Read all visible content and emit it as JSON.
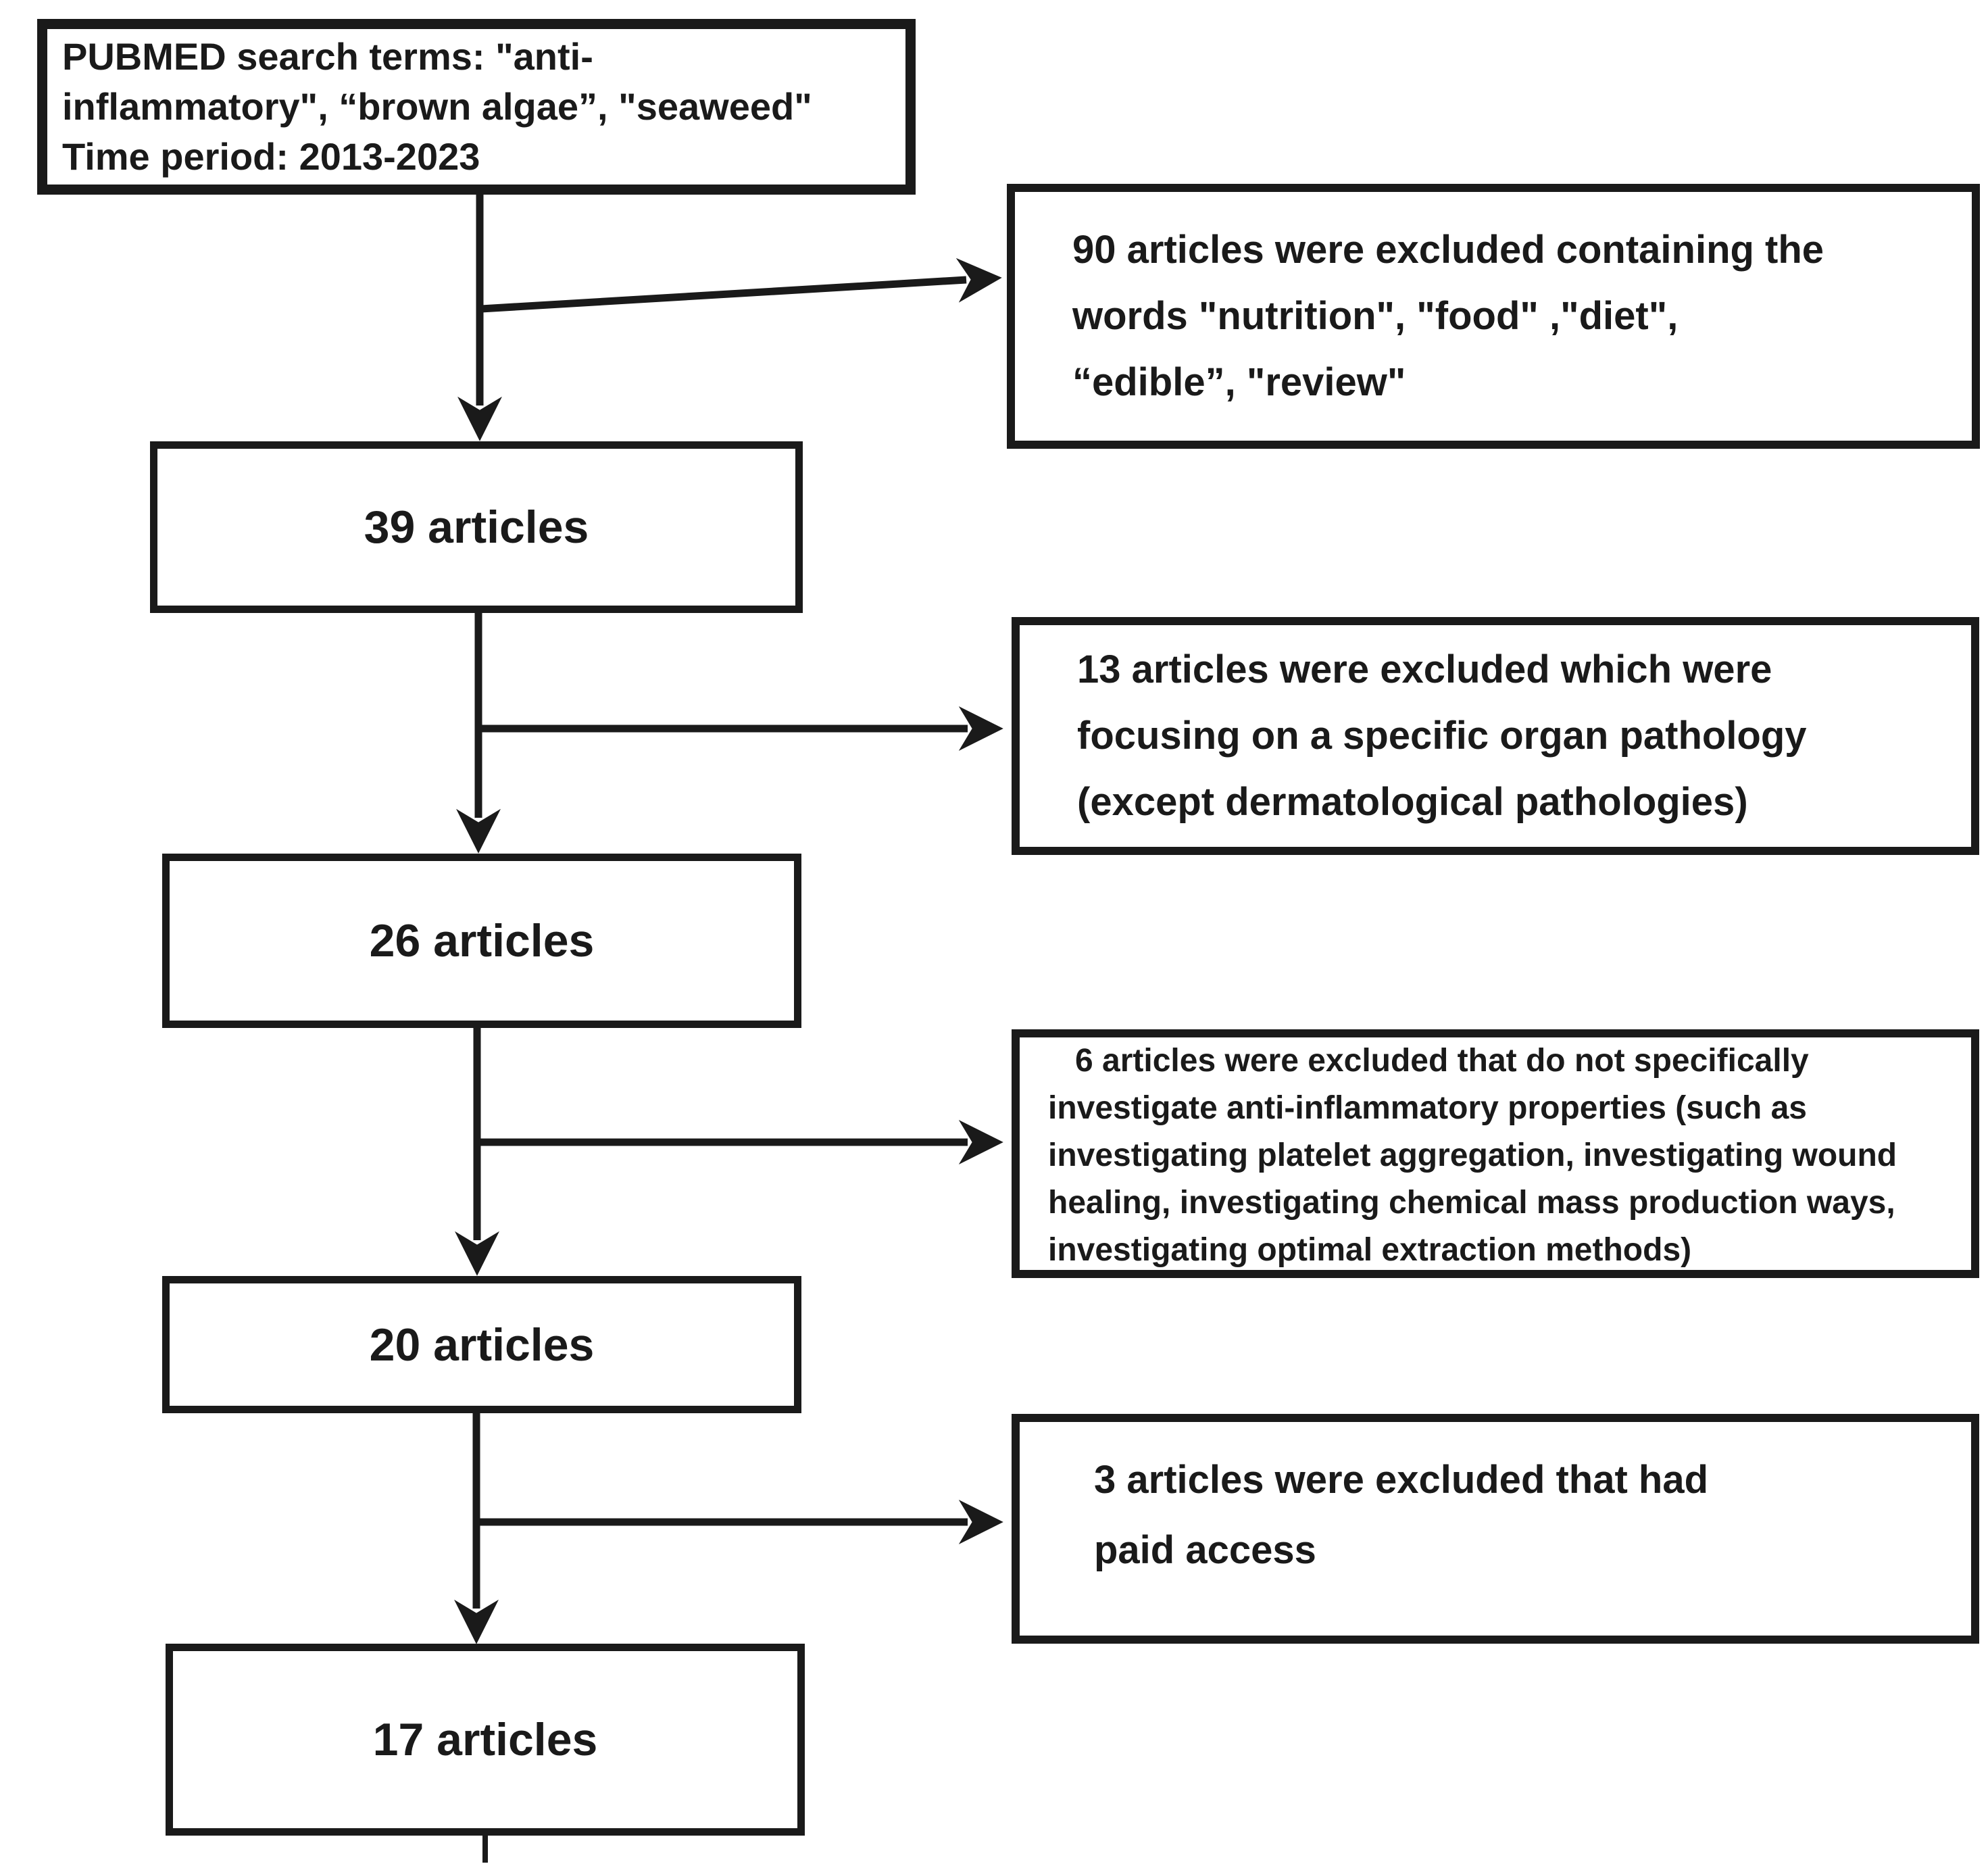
{
  "diagram": {
    "colors": {
      "line": "#1a1a1a",
      "background": "#ffffff"
    },
    "search_box": {
      "text": "PUBMED search terms: \"anti-\ninflammatory\", “brown algae”, \"seaweed\"\nTime period: 2013-2023"
    },
    "steps": [
      {
        "label": "39 articles"
      },
      {
        "label": "26 articles"
      },
      {
        "label": "20 articles"
      },
      {
        "label": "17 articles"
      }
    ],
    "exclusions": [
      {
        "text": "90 articles were excluded containing the\nwords \"nutrition\", \"food\" ,\"diet\",\n“edible”, \"review\""
      },
      {
        "text": "13 articles were excluded which were\nfocusing on a specific organ pathology\n(except dermatological pathologies)"
      },
      {
        "text": "6 articles were excluded that do not specifically\ninvestigate anti-inflammatory properties (such as\ninvestigating platelet aggregation, investigating wound\nhealing, investigating chemical mass production ways,\ninvestigating optimal extraction methods)"
      },
      {
        "text": "3 articles were excluded that had\npaid access"
      }
    ]
  }
}
